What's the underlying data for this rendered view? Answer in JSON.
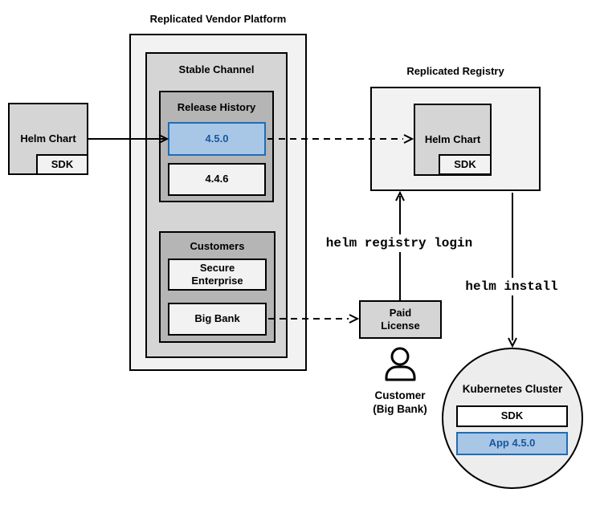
{
  "colors": {
    "light_gray": "#f2f2f2",
    "mid_gray": "#d5d5d5",
    "dark_gray": "#b5b5b5",
    "circle_fill": "#ededed",
    "white": "#ffffff",
    "blue_fill": "#a8c7e7",
    "blue_border": "#1e6db6",
    "blue_text": "#19569c",
    "line_black": "#000000"
  },
  "vendor_platform": {
    "title": "Replicated Vendor Platform",
    "stable_channel": {
      "title": "Stable Channel",
      "release_history": {
        "title": "Release History",
        "versions": [
          {
            "label": "4.5.0",
            "highlighted": true
          },
          {
            "label": "4.4.6",
            "highlighted": false
          }
        ]
      },
      "customers": {
        "title": "Customers",
        "items": [
          "Secure Enterprise",
          "Big Bank"
        ]
      }
    }
  },
  "helm_chart_source": {
    "label": "Helm Chart",
    "sdk_label": "SDK"
  },
  "registry": {
    "title": "Replicated Registry",
    "helm_chart_label": "Helm Chart",
    "sdk_label": "SDK"
  },
  "paid_license": {
    "line1": "Paid",
    "line2": "License"
  },
  "customer": {
    "line1": "Customer",
    "line2": "(Big Bank)"
  },
  "kubernetes": {
    "title": "Kubernetes Cluster",
    "sdk_label": "SDK",
    "app_label": "App 4.5.0"
  },
  "commands": {
    "registry_login": "helm registry login",
    "install": "helm install"
  }
}
